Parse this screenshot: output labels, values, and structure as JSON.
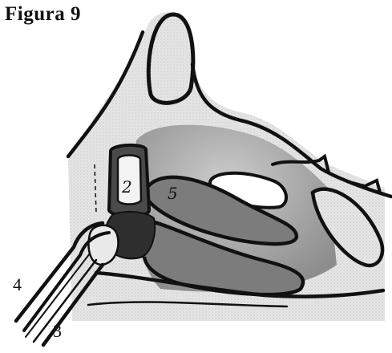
{
  "figure": {
    "title": "Figura 9"
  },
  "labels": {
    "l2": "2",
    "l3": "3",
    "l4": "4",
    "l5": "5"
  },
  "colors": {
    "ink": "#111111",
    "shade_dark": "#7a7a7a",
    "shade_mid": "#a8a8a8",
    "shade_light": "#d9d9d9",
    "paper": "#ffffff"
  }
}
